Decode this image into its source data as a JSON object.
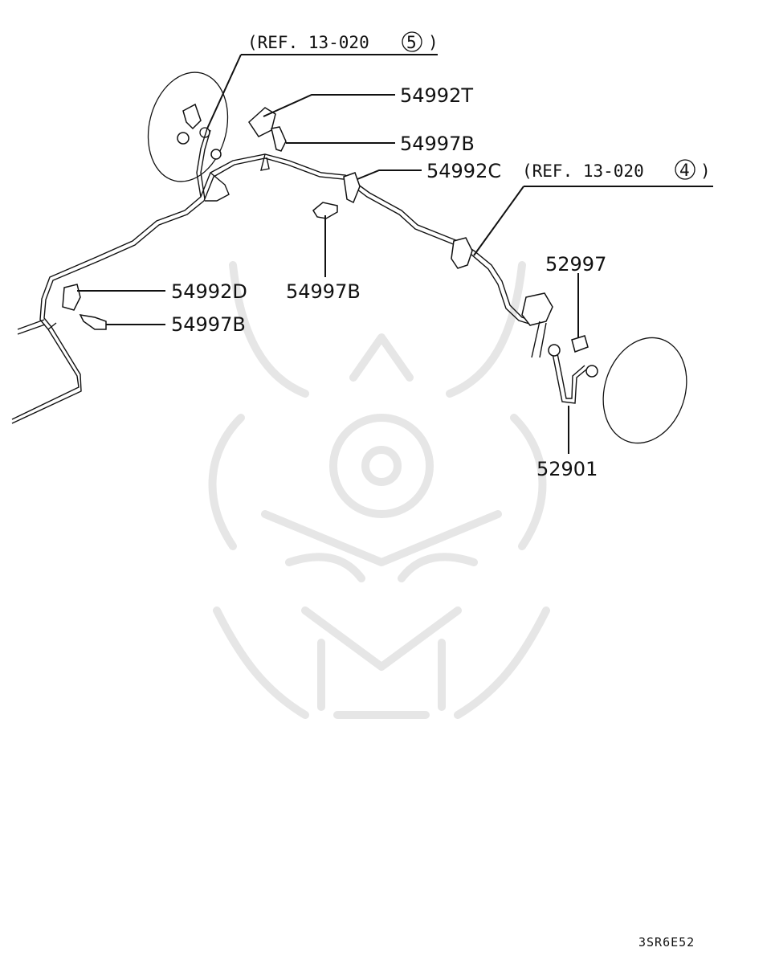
{
  "diagram": {
    "refs": {
      "ref_top": {
        "prefix": "(REF. 13-020",
        "num": "5",
        "suffix": ")"
      },
      "ref_right": {
        "prefix": "(REF. 13-020",
        "num": "4",
        "suffix": ")"
      }
    },
    "labels": {
      "p54992T": "54992T",
      "p54997B_top": "54997B",
      "p54992C": "54992C",
      "p54997B_mid": "54997B",
      "p54992D": "54992D",
      "p54997B_left": "54997B",
      "p52997": "52997",
      "p52901": "52901"
    },
    "drawing_code": "3SR6E52"
  },
  "colors": {
    "line": "#111111",
    "background": "#ffffff",
    "watermark": "#e6e6e6"
  }
}
